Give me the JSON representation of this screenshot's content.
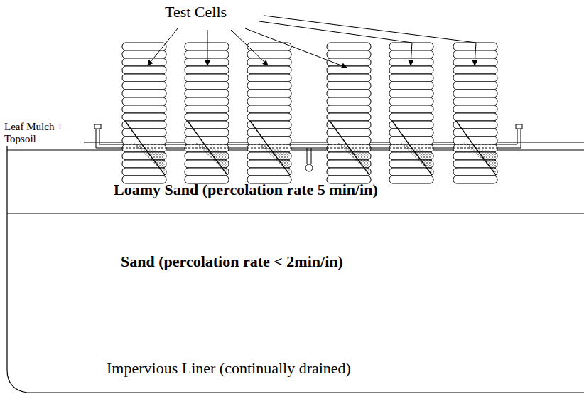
{
  "diagram": {
    "nodes": [
      {
        "text": [
          "Loamy Sand (percolation rate 5 min/in)"
        ]
      },
      {
        "text": [
          "Sand (percolation rate < 2min/in)",
          "Impervious Liner (continually drained)"
        ]
      }
    ],
    "labels": [
      "Test Cells",
      "Leaf Mulch + Topsoil"
    ]
  }
}
